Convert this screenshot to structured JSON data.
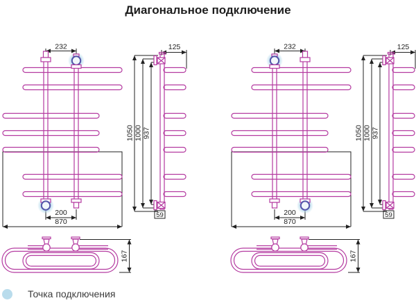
{
  "title": "Диагональное подключение",
  "legend": {
    "label": "Точка подключения"
  },
  "dims": {
    "top_spacing": "232",
    "depth": "125",
    "overall_height": "1050",
    "pipe_height": "1000",
    "rail_span": "937",
    "bottom_spacing": "200",
    "overall_width": "870",
    "wall_offset": "59",
    "plan_depth": "167"
  },
  "figures": {
    "left": {
      "connection_points": "top-right, bottom-left"
    },
    "right": {
      "connection_points": "top-left, bottom-right"
    }
  },
  "colors": {
    "drawing": "#b43aa0",
    "highlight": "#aed6ea",
    "connection_ring": "#5456aa",
    "lines": "#222222"
  }
}
